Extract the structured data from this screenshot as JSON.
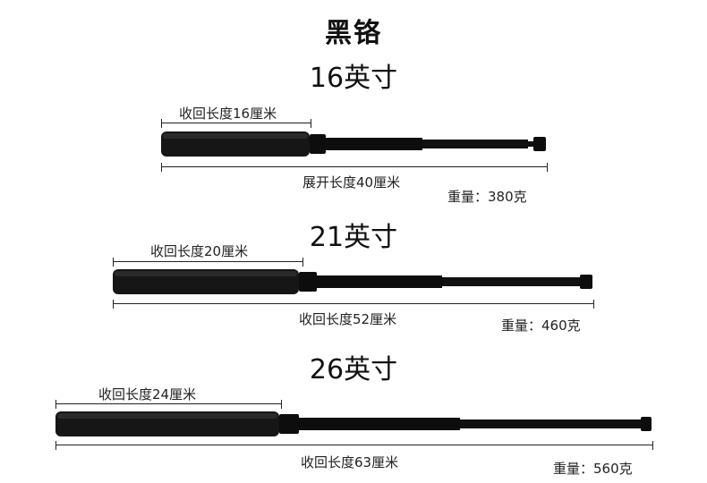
{
  "title": "黑铬",
  "products": [
    {
      "size_label": "16英寸",
      "collapsed_label": "收回长度16厘米",
      "extended_label": "展开长度40厘米",
      "weight_label": "重量：380克"
    },
    {
      "size_label": "21英寸",
      "collapsed_label": "收回长度20厘米",
      "extended_label": "收回长度52厘米",
      "weight_label": "重量：460克"
    },
    {
      "size_label": "26英寸",
      "collapsed_label": "收回长度24厘米",
      "extended_label": "收回长度63厘米",
      "weight_label": "重量：560克"
    }
  ],
  "colors": {
    "grip": "#161616",
    "metal": "#0d0d0d",
    "text": "#222222"
  }
}
